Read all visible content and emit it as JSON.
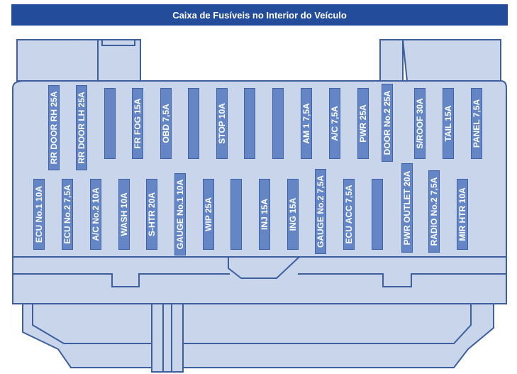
{
  "title": "Caixa de Fusíveis no Interior do Veículo",
  "colors": {
    "header": "#234c9b",
    "housing": "#c9d5ea",
    "outline": "#3d5f9e",
    "fuse": "#6586c4"
  },
  "top_row": [
    "RR DOOR RH 25A",
    "RR DOOR LH 25A",
    "",
    "FR FOG 15A",
    "OBD 7,5A",
    "",
    "STOP 10A",
    "",
    "",
    "AM 1 7,5A",
    "A/C 7,5A",
    "PWR 25A",
    "DOOR No.2 25A",
    "S/ROOF 30A",
    "TAIL 15A",
    "PANEL 7,5A"
  ],
  "bottom_row": [
    "ECU No.1 10A",
    "ECU No.2 7,5A",
    "A/C No.2 10A",
    "WASH 10A",
    "S-HTR 20A",
    "GAUGE No.1 10A",
    "WIP 25A",
    "",
    "INJ 15A",
    "ING 15A",
    "GAUGE No.2 7,5A",
    "ECU ACC 7,5A",
    "",
    "PWR OUTLET 20A",
    "RADIO No.2 7,5A",
    "MIR HTR 10A"
  ]
}
